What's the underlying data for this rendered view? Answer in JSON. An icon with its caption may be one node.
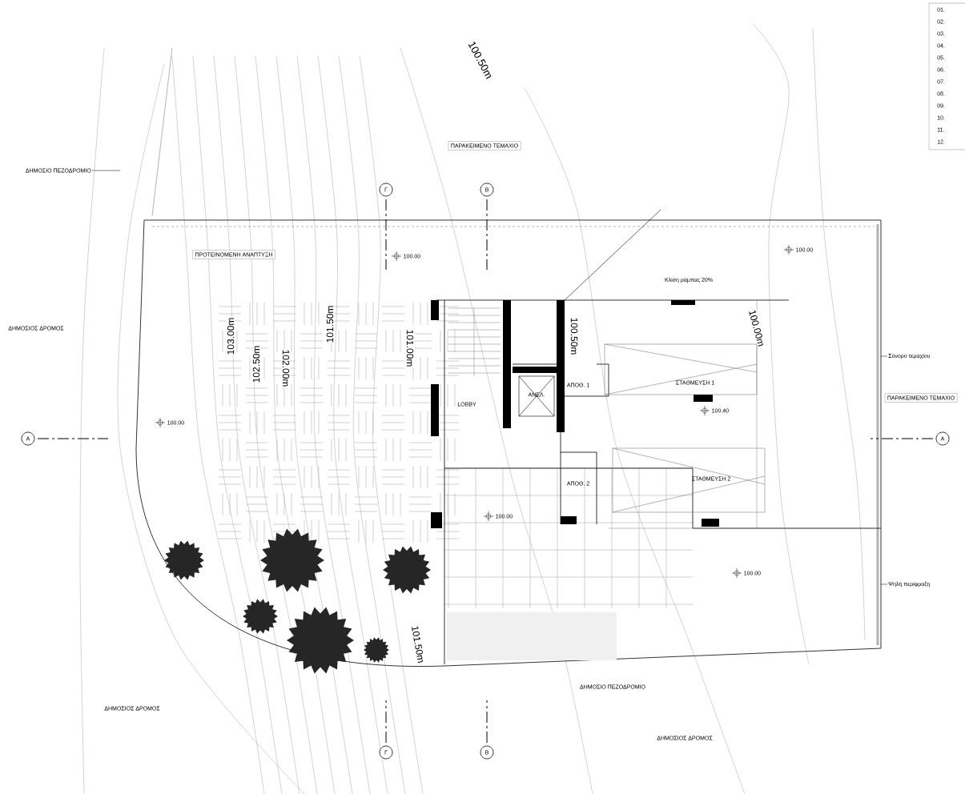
{
  "diagram": {
    "nodes": [
      {
        "text": [
          "ΔΗΜΟΣΙΟ ΠΕΖΟΔΡΟΜΙΟ"
        ]
      },
      {
        "text": [
          "Σύνορο τεμαχίου"
        ]
      },
      {
        "text": [
          "Ψηλή περίφραξη"
        ]
      }
    ],
    "edges": [
      {
        "from": 0,
        "to": null,
        "arrow": "none"
      },
      {
        "from": 1,
        "to": null,
        "arrow": "none"
      },
      {
        "from": 2,
        "to": null,
        "arrow": "none"
      }
    ],
    "labels": [
      "01.",
      "02.",
      "03.",
      "04.",
      "05.",
      "06.",
      "07.",
      "08.",
      "09.",
      "10.",
      "11.",
      "12.",
      "100.50m",
      "ΠΑΡΑΚΕΙΜΕΝΟ ΤΕΜΑΧΙΟ",
      "Γ",
      "Β",
      "ΠΡΟΤΕΙΝΟΜΕΝΗ ΑΝΑΠΤΥΞΗ",
      "100.00",
      "100.00",
      "Κλίση ράμπας 20%",
      "ΔΗΜΟΣΙΟΣ ΔΡΟΜΟΣ",
      "103.00m",
      "101.50m",
      "100.50m",
      "100.00m",
      "101.00m",
      "102.50m",
      "102.00m",
      "ΣΤΑΘΜΕΥΣΗ 1",
      "ΑΠΟΘ. 1",
      "ΑΝΕΛ.",
      "ΠΑΡΑΚΕΙΜΕΝΟ ΤΕΜΑΧΙΟ",
      "LOBBY",
      "100.00",
      "100.40",
      "Α",
      "Α",
      "ΣΤΑΘΜΕΥΣΗ 2",
      "ΑΠΟΘ. 2",
      "100.00",
      "100.00",
      "101.50m",
      "ΔΗΜΟΣΙΟ ΠΕΖΟΔΡΟΜΙΟ",
      "ΔΗΜΟΣΙΟΣ ΔΡΟΜΟΣ",
      "ΔΗΜΟΣΙΟΣ ΔΡΟΜΟΣ",
      "Γ",
      "Β"
    ]
  }
}
